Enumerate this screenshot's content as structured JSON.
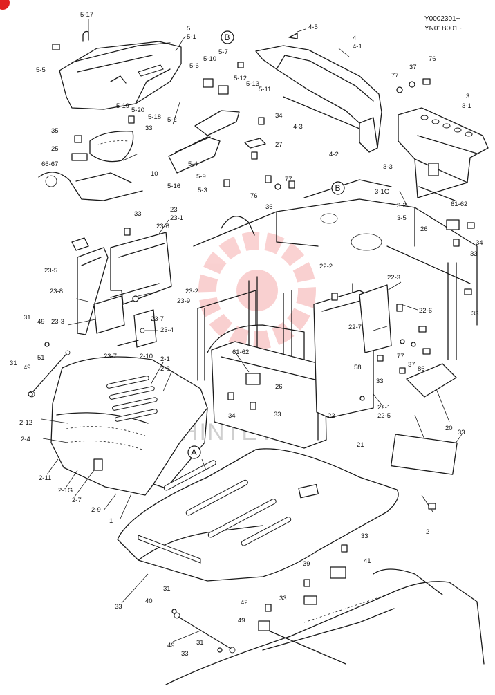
{
  "serials": [
    "Y0002301~",
    "YN01B001~"
  ],
  "watermark": "HINTEY",
  "ref_markers": [
    "B",
    "B",
    "A"
  ],
  "parts": [
    "5-17",
    "5",
    "5-1",
    "4-5",
    "4",
    "4-1",
    "76",
    "77",
    "37",
    "3",
    "3-1",
    "5-7",
    "5-10",
    "5-6",
    "5-12",
    "5-13",
    "5-11",
    "5-5",
    "5-19",
    "5-20",
    "5-18",
    "33",
    "35",
    "25",
    "66-67",
    "10",
    "5-2",
    "5-4",
    "5-9",
    "5-3",
    "5-16",
    "34",
    "27",
    "4-3",
    "4-2",
    "3-3",
    "3-1G",
    "3-2",
    "3-5",
    "61-62",
    "26",
    "34",
    "33",
    "76",
    "36",
    "77",
    "33",
    "23",
    "23-1",
    "23-6",
    "23-5",
    "23-8",
    "23-2",
    "23-9",
    "23-3",
    "23-7",
    "23-4",
    "23-7",
    "31",
    "49",
    "51",
    "31",
    "49",
    "61-62",
    "26",
    "34",
    "33",
    "22-3",
    "22-6",
    "22-7",
    "58",
    "77",
    "37",
    "86",
    "33",
    "33",
    "22-2",
    "22",
    "22-1",
    "22-5",
    "21",
    "20",
    "33",
    "2",
    "2-1",
    "2-8",
    "2-10",
    "2-12",
    "2-4",
    "2-11",
    "2-1G",
    "2-7",
    "2-9",
    "1",
    "33",
    "33",
    "39",
    "41",
    "33",
    "42",
    "49",
    "31",
    "40",
    "49",
    "31",
    "33"
  ]
}
